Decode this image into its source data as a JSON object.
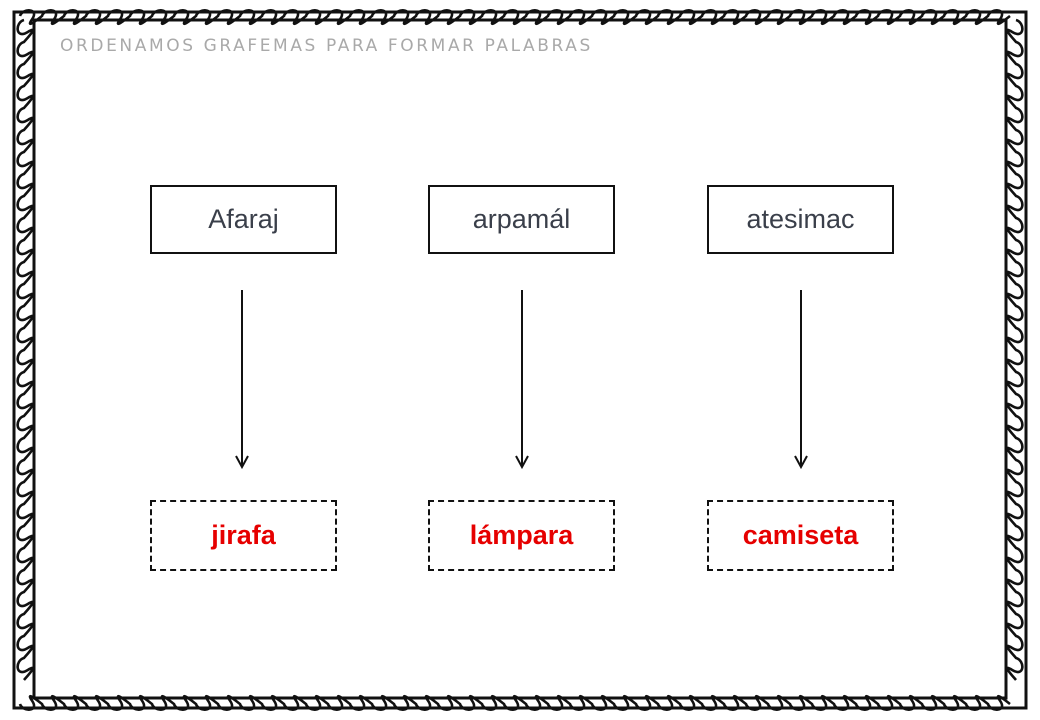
{
  "title": "ORDENAMOS GRAFEMAS PARA FORMAR PALABRAS",
  "colors": {
    "title": "#a9a9a9",
    "scrambled_text": "#3a3f4a",
    "answer_text": "#e60000",
    "border": "#111111"
  },
  "exercises": [
    {
      "scrambled": "Afaraj",
      "answer": "jirafa"
    },
    {
      "scrambled": "arpamál",
      "answer": "lámpara"
    },
    {
      "scrambled": "atesimac",
      "answer": "camiseta"
    }
  ]
}
